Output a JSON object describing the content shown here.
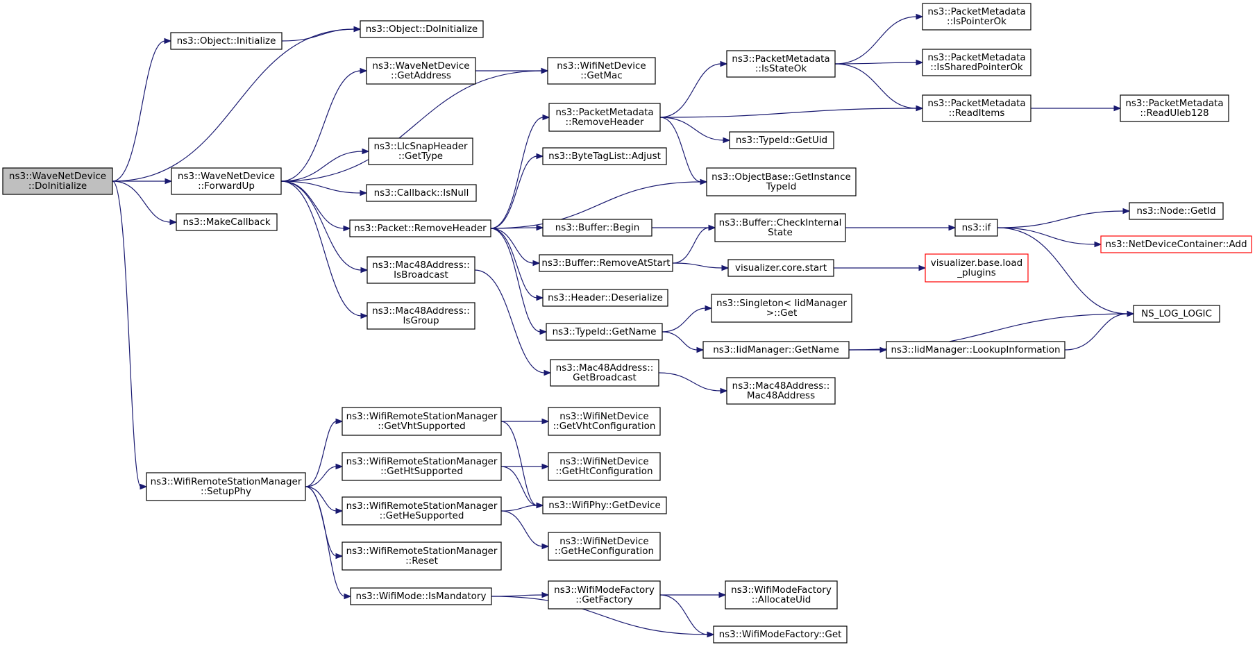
{
  "colors": {
    "edge": "#191970",
    "root_fill": "#bfbfbf",
    "missing_border": "#ff0000",
    "node_border": "#000000"
  },
  "nodes": [
    {
      "id": "n0",
      "lines": [
        "ns3::WaveNetDevice",
        "::DoInitialize"
      ],
      "kind": "root"
    },
    {
      "id": "n1",
      "lines": [
        "ns3::Object::Initialize"
      ]
    },
    {
      "id": "n2",
      "lines": [
        "ns3::Object::DoInitialize"
      ]
    },
    {
      "id": "n3",
      "lines": [
        "ns3::WaveNetDevice",
        "::ForwardUp"
      ]
    },
    {
      "id": "n4",
      "lines": [
        "ns3::MakeCallback"
      ]
    },
    {
      "id": "n5",
      "lines": [
        "ns3::WifiRemoteStationManager",
        "::SetupPhy"
      ]
    },
    {
      "id": "n6",
      "lines": [
        "ns3::WaveNetDevice",
        "::GetAddress"
      ]
    },
    {
      "id": "n7",
      "lines": [
        "ns3::WifiNetDevice",
        "::GetMac"
      ]
    },
    {
      "id": "n8",
      "lines": [
        "ns3::LlcSnapHeader",
        "::GetType"
      ]
    },
    {
      "id": "n9",
      "lines": [
        "ns3::Callback::IsNull"
      ]
    },
    {
      "id": "n10",
      "lines": [
        "ns3::Packet::RemoveHeader"
      ]
    },
    {
      "id": "n11",
      "lines": [
        "ns3::Mac48Address::",
        "IsBroadcast"
      ]
    },
    {
      "id": "n12",
      "lines": [
        "ns3::Mac48Address::",
        "IsGroup"
      ]
    },
    {
      "id": "n13",
      "lines": [
        "ns3::PacketMetadata",
        "::RemoveHeader"
      ]
    },
    {
      "id": "n14",
      "lines": [
        "ns3::ByteTagList::Adjust"
      ]
    },
    {
      "id": "n15",
      "lines": [
        "ns3::Buffer::Begin"
      ]
    },
    {
      "id": "n16",
      "lines": [
        "ns3::Buffer::RemoveAtStart"
      ]
    },
    {
      "id": "n17",
      "lines": [
        "ns3::Header::Deserialize"
      ]
    },
    {
      "id": "n18",
      "lines": [
        "ns3::TypeId::GetName"
      ]
    },
    {
      "id": "n19",
      "lines": [
        "ns3::Mac48Address::",
        "GetBroadcast"
      ]
    },
    {
      "id": "n20",
      "lines": [
        "ns3::PacketMetadata",
        "::IsStateOk"
      ]
    },
    {
      "id": "n21",
      "lines": [
        "ns3::TypeId::GetUid"
      ]
    },
    {
      "id": "n22",
      "lines": [
        "ns3::ObjectBase::GetInstance",
        "TypeId"
      ]
    },
    {
      "id": "n23",
      "lines": [
        "ns3::Buffer::CheckInternal",
        "State"
      ]
    },
    {
      "id": "n24",
      "lines": [
        "visualizer.core.start"
      ]
    },
    {
      "id": "n25",
      "lines": [
        "ns3::Singleton< IidManager",
        ">::Get"
      ]
    },
    {
      "id": "n26",
      "lines": [
        "ns3::IidManager::GetName"
      ]
    },
    {
      "id": "n27",
      "lines": [
        "ns3::Mac48Address::",
        "Mac48Address"
      ]
    },
    {
      "id": "n28",
      "lines": [
        "ns3::PacketMetadata",
        "::IsPointerOk"
      ]
    },
    {
      "id": "n29",
      "lines": [
        "ns3::PacketMetadata",
        "::IsSharedPointerOk"
      ]
    },
    {
      "id": "n30",
      "lines": [
        "ns3::PacketMetadata",
        "::ReadItems"
      ]
    },
    {
      "id": "n31",
      "lines": [
        "ns3::PacketMetadata",
        "::ReadUleb128"
      ]
    },
    {
      "id": "n32",
      "lines": [
        "ns3::if"
      ]
    },
    {
      "id": "n33",
      "lines": [
        "visualizer.base.load",
        "_plugins"
      ],
      "kind": "missing"
    },
    {
      "id": "n34",
      "lines": [
        "ns3::Node::GetId"
      ]
    },
    {
      "id": "n35",
      "lines": [
        "ns3::NetDeviceContainer::Add"
      ],
      "kind": "missing"
    },
    {
      "id": "n36",
      "lines": [
        "NS_LOG_LOGIC"
      ]
    },
    {
      "id": "n37",
      "lines": [
        "ns3::IidManager::LookupInformation"
      ]
    },
    {
      "id": "n38",
      "lines": [
        "ns3::WifiRemoteStationManager",
        "::GetVhtSupported"
      ]
    },
    {
      "id": "n39",
      "lines": [
        "ns3::WifiRemoteStationManager",
        "::GetHtSupported"
      ]
    },
    {
      "id": "n40",
      "lines": [
        "ns3::WifiRemoteStationManager",
        "::GetHeSupported"
      ]
    },
    {
      "id": "n41",
      "lines": [
        "ns3::WifiRemoteStationManager",
        "::Reset"
      ]
    },
    {
      "id": "n42",
      "lines": [
        "ns3::WifiMode::IsMandatory"
      ]
    },
    {
      "id": "n43",
      "lines": [
        "ns3::WifiNetDevice",
        "::GetVhtConfiguration"
      ]
    },
    {
      "id": "n44",
      "lines": [
        "ns3::WifiNetDevice",
        "::GetHtConfiguration"
      ]
    },
    {
      "id": "n45",
      "lines": [
        "ns3::WifiPhy::GetDevice"
      ]
    },
    {
      "id": "n46",
      "lines": [
        "ns3::WifiNetDevice",
        "::GetHeConfiguration"
      ]
    },
    {
      "id": "n47",
      "lines": [
        "ns3::WifiModeFactory",
        "::GetFactory"
      ]
    },
    {
      "id": "n48",
      "lines": [
        "ns3::WifiModeFactory",
        "::AllocateUid"
      ]
    },
    {
      "id": "n49",
      "lines": [
        "ns3::WifiModeFactory::Get"
      ]
    }
  ],
  "edges": [
    [
      "n0",
      "n1"
    ],
    [
      "n0",
      "n2"
    ],
    [
      "n0",
      "n3"
    ],
    [
      "n0",
      "n4"
    ],
    [
      "n0",
      "n5"
    ],
    [
      "n1",
      "n2"
    ],
    [
      "n3",
      "n6"
    ],
    [
      "n3",
      "n7"
    ],
    [
      "n3",
      "n8"
    ],
    [
      "n3",
      "n9"
    ],
    [
      "n3",
      "n10"
    ],
    [
      "n3",
      "n11"
    ],
    [
      "n3",
      "n12"
    ],
    [
      "n6",
      "n7"
    ],
    [
      "n10",
      "n13"
    ],
    [
      "n10",
      "n14"
    ],
    [
      "n10",
      "n22"
    ],
    [
      "n10",
      "n15"
    ],
    [
      "n10",
      "n16"
    ],
    [
      "n10",
      "n17"
    ],
    [
      "n10",
      "n18"
    ],
    [
      "n11",
      "n19"
    ],
    [
      "n13",
      "n20"
    ],
    [
      "n13",
      "n30"
    ],
    [
      "n13",
      "n21"
    ],
    [
      "n13",
      "n22"
    ],
    [
      "n20",
      "n28"
    ],
    [
      "n20",
      "n29"
    ],
    [
      "n20",
      "n30"
    ],
    [
      "n30",
      "n31"
    ],
    [
      "n15",
      "n23"
    ],
    [
      "n16",
      "n23"
    ],
    [
      "n16",
      "n24"
    ],
    [
      "n23",
      "n32"
    ],
    [
      "n24",
      "n33"
    ],
    [
      "n32",
      "n34"
    ],
    [
      "n32",
      "n35"
    ],
    [
      "n32",
      "n36"
    ],
    [
      "n18",
      "n25"
    ],
    [
      "n18",
      "n26"
    ],
    [
      "n26",
      "n36"
    ],
    [
      "n26",
      "n37"
    ],
    [
      "n37",
      "n36"
    ],
    [
      "n19",
      "n27"
    ],
    [
      "n5",
      "n38"
    ],
    [
      "n5",
      "n39"
    ],
    [
      "n5",
      "n40"
    ],
    [
      "n5",
      "n41"
    ],
    [
      "n5",
      "n42"
    ],
    [
      "n38",
      "n43"
    ],
    [
      "n38",
      "n45"
    ],
    [
      "n39",
      "n44"
    ],
    [
      "n39",
      "n45"
    ],
    [
      "n40",
      "n45"
    ],
    [
      "n40",
      "n46"
    ],
    [
      "n42",
      "n47"
    ],
    [
      "n42",
      "n49"
    ],
    [
      "n47",
      "n48"
    ],
    [
      "n47",
      "n49"
    ]
  ]
}
